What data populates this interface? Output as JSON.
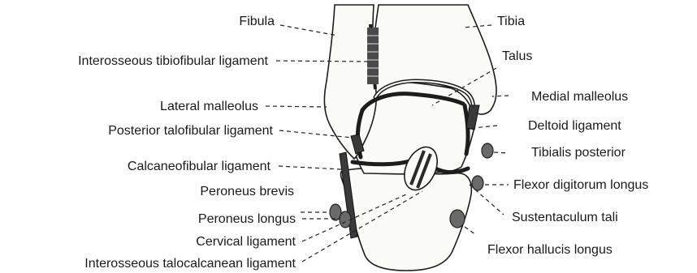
{
  "labels": {
    "fibula": "Fibula",
    "tibia": "Tibia",
    "interosseous_tibiofibular_ligament": "Interosseous tibiofibular ligament",
    "talus": "Talus",
    "lateral_malleolus": "Lateral malleolus",
    "medial_malleolus": "Medial malleolus",
    "posterior_talofibular_ligament": "Posterior talofibular ligament",
    "deltoid_ligament": "Deltoid ligament",
    "tibialis_posterior": "Tibialis posterior",
    "calcaneofibular_ligament": "Calcaneofibular ligament",
    "flexor_digitorum_longus": "Flexor digitorum longus",
    "peroneus_brevis": "Peroneus brevis",
    "sustentaculum_tali": "Sustentaculum tali",
    "peroneus_longus": "Peroneus longus",
    "flexor_hallucis_longus": "Flexor hallucis longus",
    "cervical_ligament": "Cervical ligament",
    "interosseous_talocalcanean_ligament": "Interosseous talocalcanean ligament"
  }
}
